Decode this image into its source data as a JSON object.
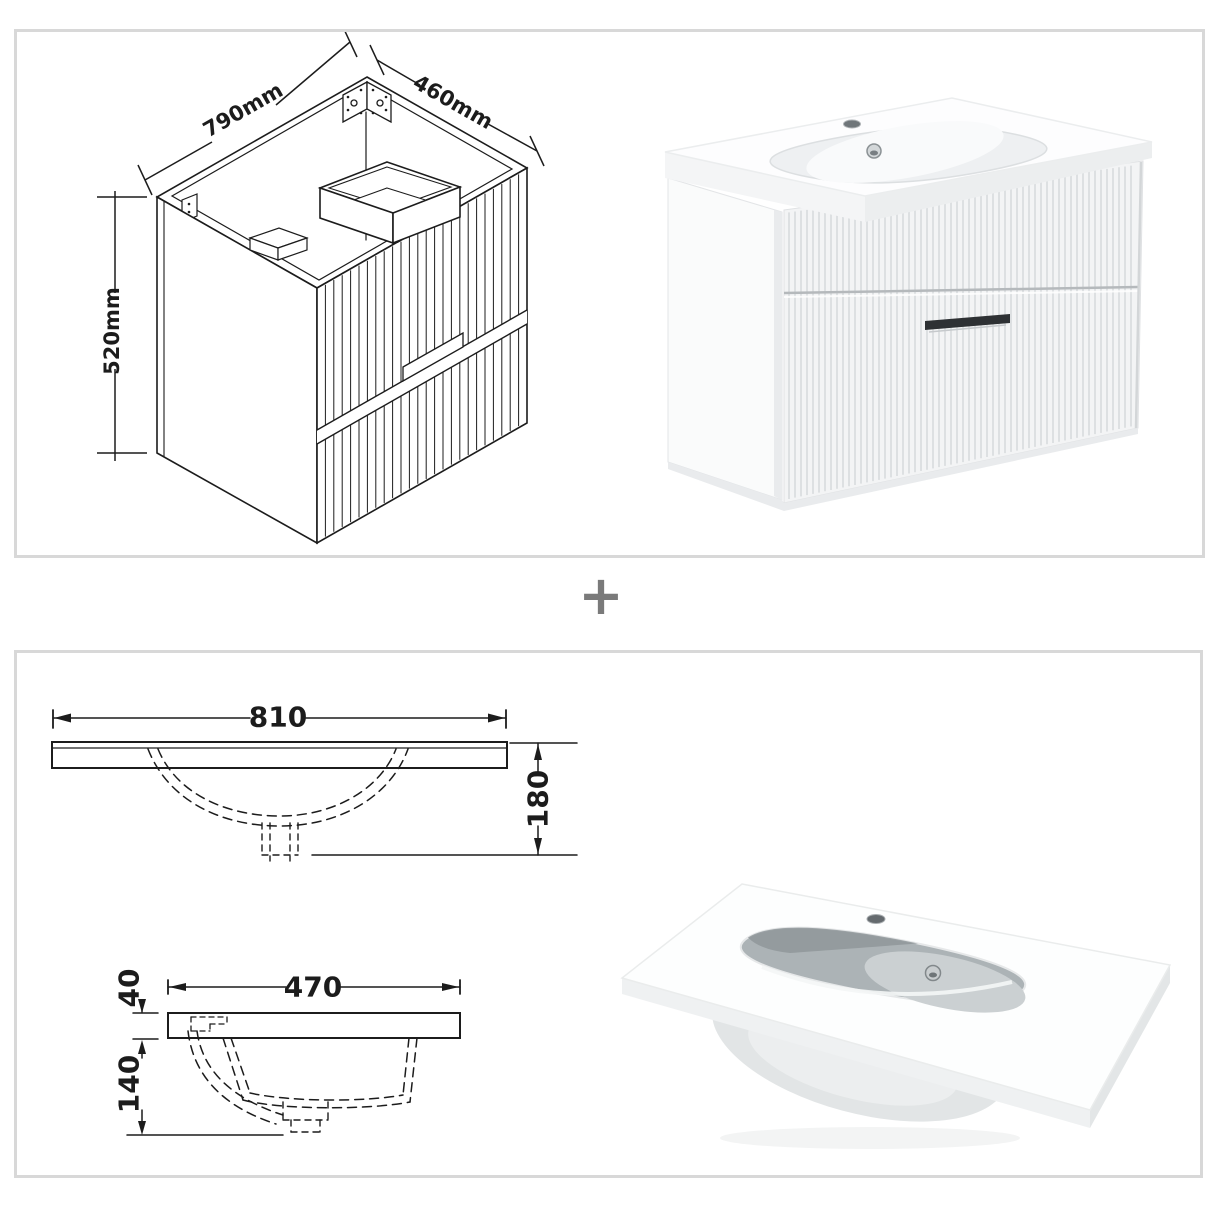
{
  "separator": {
    "plus_label": "+"
  },
  "cabinet_drawing": {
    "width_label": "790mm",
    "depth_label": "460mm",
    "height_label": "520mm"
  },
  "basin_front_view": {
    "width_label": "810",
    "height_label": "180"
  },
  "basin_side_view": {
    "depth_label": "470",
    "rim_thickness_label": "40",
    "bowl_depth_label": "140"
  },
  "colors": {
    "panel_border": "#d8d8d8",
    "drawing_line": "#1c1c1c",
    "plus_sign": "#7a7a7a",
    "handle": "#2e3134",
    "chrome": "#c9cdcf",
    "basin_interior": "#acb3b6"
  }
}
